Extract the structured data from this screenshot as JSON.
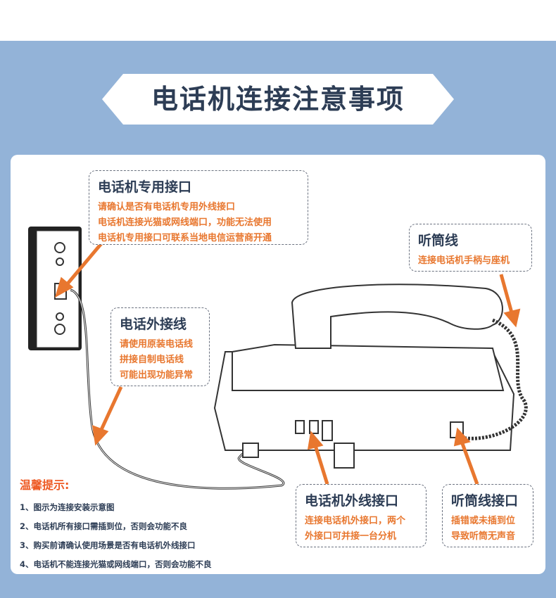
{
  "title": "电话机连接注意事项",
  "boxes": {
    "dedicated_port": {
      "title": "电话机专用接口",
      "lines": [
        "请确认是否有电话机专用外线接口",
        "电话机连接光猫或网线端口，功能无法使用",
        "电话机专用接口可联系当地电信运营商开通"
      ]
    },
    "outside_line": {
      "title": "电话外接线",
      "lines": [
        "请使用原装电话线",
        "拼接自制电话线",
        "可能出现功能异常"
      ]
    },
    "handset_cord": {
      "title": "听筒线",
      "lines": [
        "连接电话机手柄与座机"
      ]
    },
    "phone_line_port": {
      "title": "电话机外线接口",
      "lines": [
        "连接电话机外接口，两个",
        "外接口可并接一台分机"
      ]
    },
    "handset_port": {
      "title": "听筒线接口",
      "lines": [
        "插错或未插到位",
        "导致听筒无声音"
      ]
    }
  },
  "tips": {
    "heading": "温馨提示:",
    "items": [
      "1、图示为连接安装示意图",
      "2、电话机所有接口需插到位，否则会功能不良",
      "3、购买前请确认使用场景是否有电话机外线接口",
      "4、电话机不能连接光猫或网线端口，否则会功能不良"
    ]
  },
  "colors": {
    "accent": "#e8772f",
    "text": "#2d3d55",
    "background": "#93b3d8"
  }
}
